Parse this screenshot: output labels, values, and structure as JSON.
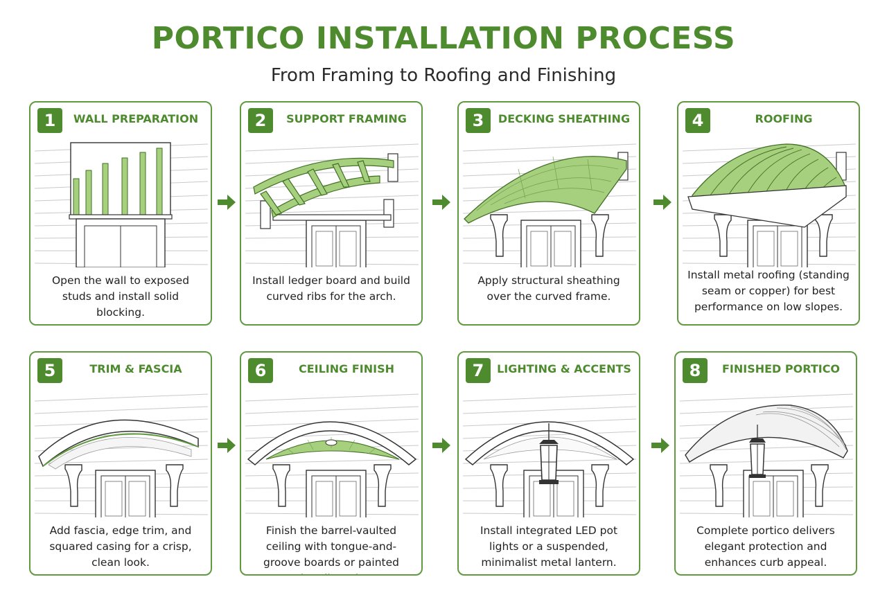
{
  "header": {
    "title": "PORTICO INSTALLATION PROCESS",
    "subtitle": "From Framing to Roofing and Finishing"
  },
  "colors": {
    "accent": "#4e8a2e",
    "framing_green": "#a6cf7e",
    "outline": "#333333"
  },
  "steps": [
    {
      "number": "1",
      "title": "WALL PREPARATION",
      "description": "Open the wall to exposed studs and install solid blocking.",
      "illustration": "open-wall-studs"
    },
    {
      "number": "2",
      "title": "SUPPORT FRAMING",
      "description": "Install ledger board and build curved ribs for the arch.",
      "illustration": "curved-rib-framing"
    },
    {
      "number": "3",
      "title": "DECKING SHEATHING",
      "description": "Apply structural sheathing over the curved frame.",
      "illustration": "curved-sheathing"
    },
    {
      "number": "4",
      "title": "ROOFING",
      "description": "Install metal roofing (standing seam or copper) for best performance on low slopes.",
      "illustration": "standing-seam-roof"
    },
    {
      "number": "5",
      "title": "TRIM & FASCIA",
      "description": "Add fascia, edge trim, and squared casing for a crisp, clean look.",
      "illustration": "trim-fascia"
    },
    {
      "number": "6",
      "title": "CEILING FINISH",
      "description": "Finish the barrel-vaulted ceiling with tongue-and-groove boards or painted beadboard.",
      "illustration": "barrel-ceiling"
    },
    {
      "number": "7",
      "title": "LIGHTING & ACCENTS",
      "description": "Install integrated LED pot lights or a suspended, minimalist metal lantern.",
      "illustration": "lantern-lighting"
    },
    {
      "number": "8",
      "title": "FINISHED PORTICO",
      "description": "Complete portico delivers elegant protection and enhances curb appeal.",
      "illustration": "finished-portico"
    }
  ]
}
